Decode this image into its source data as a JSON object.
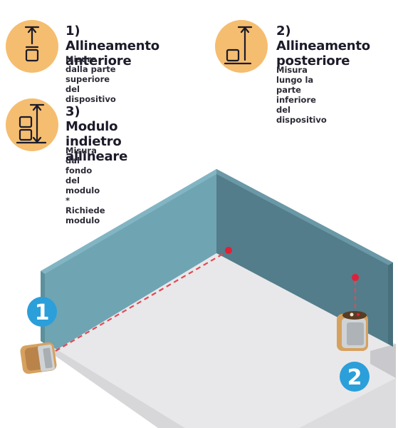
{
  "items": [
    {
      "title_line1": "1) Allineamento",
      "title_line2": "anteriore",
      "desc_line1": "Misura dalla parte superiore",
      "desc_line2": "del dispositivo"
    },
    {
      "title_line1": "2) Allineamento",
      "title_line2": "posteriore",
      "desc_line1": "Misura lungo la parte",
      "desc_line2": "inferiore del dispositivo"
    },
    {
      "title_line1": "3) Modulo indietro",
      "title_line2": "allineare",
      "desc_line1": "Misura dal fondo del modulo",
      "desc_line2": "* Richiede modulo"
    }
  ],
  "badges": [
    "1",
    "2"
  ],
  "colors": {
    "icon_bg": "#f5bd6f",
    "icon_stroke": "#1b1b2a",
    "wall_front": "#6fa4b3",
    "wall_side": "#537d8a",
    "floor": "#e8e8ea",
    "badge": "#2b9fd9",
    "laser": "#e04b55",
    "device": "#d6a15f"
  }
}
